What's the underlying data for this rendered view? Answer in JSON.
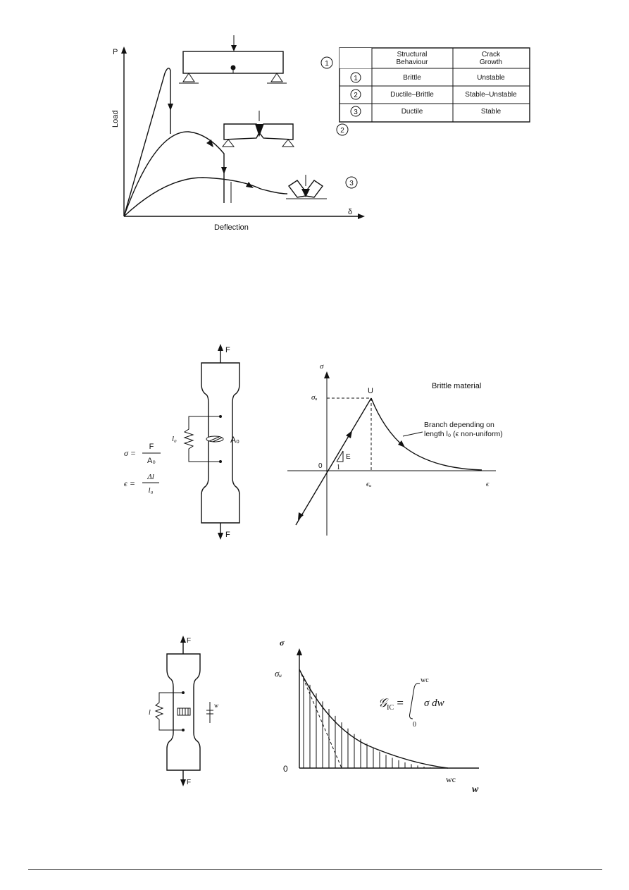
{
  "figure1": {
    "y_label": "Load",
    "y_symbol": "P",
    "x_label": "Deflection",
    "x_symbol": "δ",
    "markers": [
      "1",
      "2",
      "3"
    ],
    "table": {
      "headers": [
        "Structural Behaviour",
        "Crack Growth"
      ],
      "rows": [
        {
          "id": "1",
          "behaviour": "Brittle",
          "growth": "Unstable"
        },
        {
          "id": "2",
          "behaviour": "Ductile–Brittle",
          "growth": "Stable–Unstable"
        },
        {
          "id": "3",
          "behaviour": "Ductile",
          "growth": "Stable"
        }
      ]
    }
  },
  "figure2": {
    "force": "F",
    "gauge_length": "l₀",
    "area": "A₀",
    "stress_eq": {
      "lhs": "σ =",
      "num": "F",
      "den": "A₀"
    },
    "strain_eq": {
      "lhs": "ϵ =",
      "num": "Δl",
      "den": "l₀"
    },
    "sigma": "σ",
    "sigma_u": "σᵤ",
    "eps": "ϵ",
    "eps_u": "ϵᵤ",
    "origin": "0",
    "point_u": "U",
    "slope_e": "E",
    "slope_one": "1",
    "material": "Brittle material",
    "branch_line1": "Branch depending on",
    "branch_line2": "length l₀ (ϵ non-uniform)"
  },
  "figure3": {
    "force": "F",
    "gauge": "l",
    "w": "w",
    "sigma": "σ",
    "sigma_u": "σᵤ",
    "origin": "0",
    "wc": "wc",
    "w_axis": "w",
    "eq_lhs": "𝒢IC =",
    "eq_upper": "wc",
    "eq_lower": "0",
    "eq_integrand": "σ dw"
  }
}
